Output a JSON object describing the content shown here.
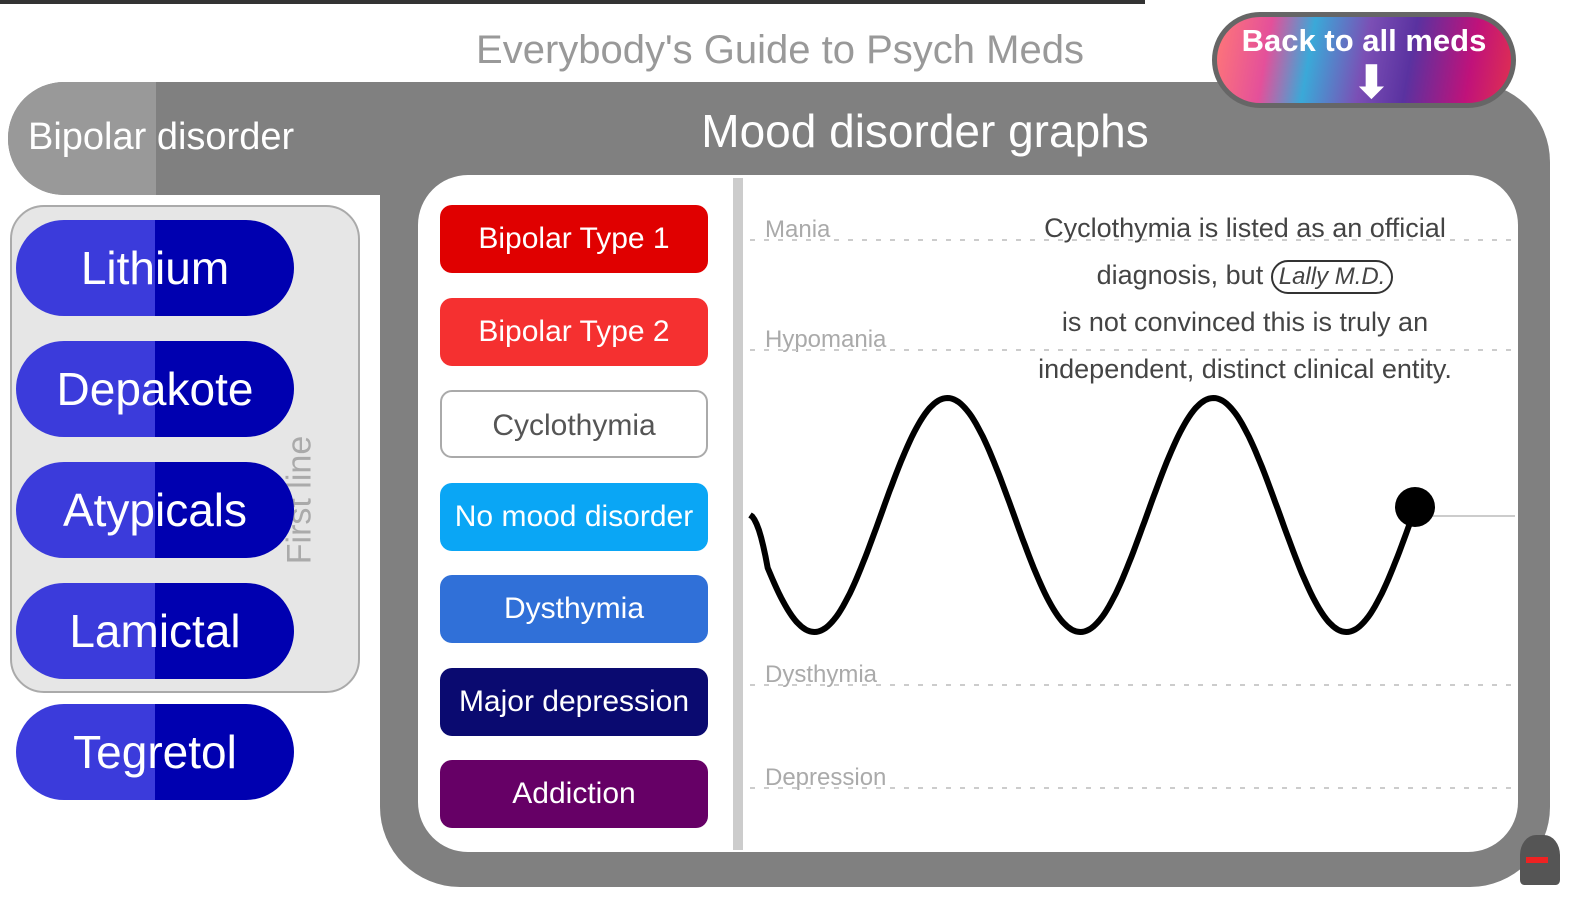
{
  "app": {
    "title": "Everybody's Guide to Psych Meds",
    "back_button": "Back to all meds"
  },
  "header": {
    "tab": "Bipolar disorder",
    "section_title": "Mood disorder graphs"
  },
  "meds": {
    "group_label": "First line",
    "items": [
      "Lithium",
      "Depakote",
      "Atypicals",
      "Lamictal",
      "Tegretol"
    ]
  },
  "diagnoses": [
    {
      "label": "Bipolar Type 1",
      "color": "#e00000"
    },
    {
      "label": "Bipolar Type 2",
      "color": "#f53030"
    },
    {
      "label": "Cyclothymia",
      "color": "#ffffff",
      "selected": true
    },
    {
      "label": "No mood disorder",
      "color": "#0aa6f5"
    },
    {
      "label": "Dysthymia",
      "color": "#3070d8"
    },
    {
      "label": "Major depression",
      "color": "#0a0a70"
    },
    {
      "label": "Addiction",
      "color": "#660066"
    }
  ],
  "graph": {
    "levels": [
      "Mania",
      "Hypomania",
      "Dysthymia",
      "Depression"
    ],
    "note_before": "Cyclothymia is listed as an official diagnosis, but",
    "note_sig": "Lally M.D.",
    "note_after": "is not convinced this is truly an independent, distinct clinical entity.",
    "cycles": 2.5
  }
}
